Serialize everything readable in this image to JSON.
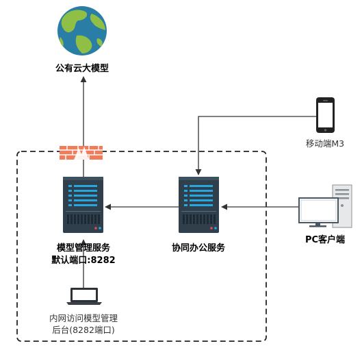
{
  "nodes": {
    "cloud": {
      "label": "公有云大模型",
      "icon": "globe-icon"
    },
    "model_server": {
      "label_line1": "模型管理服务",
      "label_line2": "默认端口:8282",
      "icon": "server-icon"
    },
    "office_server": {
      "label": "协同办公服务",
      "icon": "server-icon"
    },
    "mobile": {
      "label": "移动端M3",
      "icon": "smartphone-icon"
    },
    "pc": {
      "label": "PC客户端",
      "icon": "desktop-pc-icon"
    },
    "laptop": {
      "label_line1": "内网访问模型管理",
      "label_line2": "后台(8282端口)",
      "icon": "laptop-icon"
    },
    "firewall": {
      "icon": "firewall-icon"
    }
  },
  "colors": {
    "line": "#333333",
    "server_body": "#2f3f4b",
    "server_accent": "#27a6e0",
    "globe_ocean": "#2a7ea6",
    "globe_land": "#8fc045",
    "firewall": "#f07c5a"
  }
}
